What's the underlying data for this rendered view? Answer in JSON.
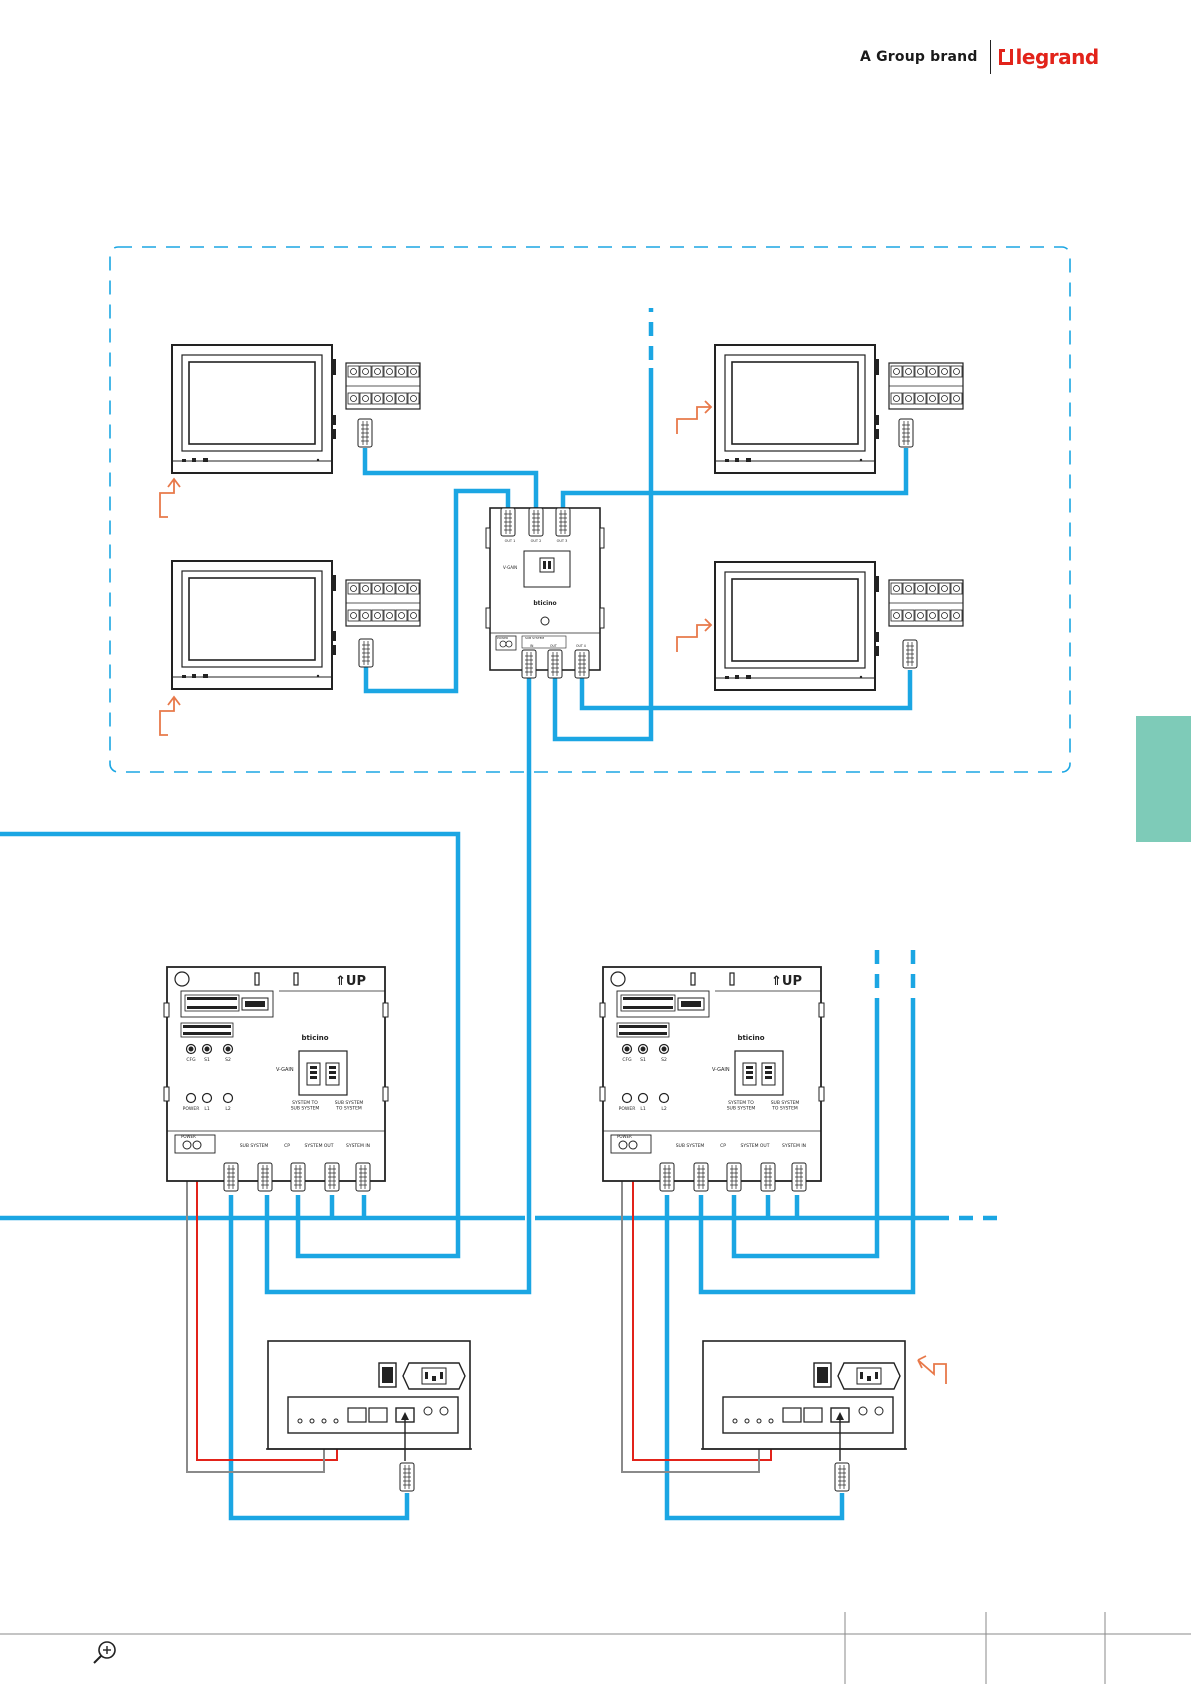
{
  "header": {
    "group_brand": "A Group brand",
    "logo_text": "legrand"
  },
  "colors": {
    "bus_cable": "#1ba6e3",
    "power_wire": "#e2231a",
    "ground_wire": "#8a8a8a",
    "arrow": "#e8794a",
    "side_tab": "#7ecbb8",
    "brand_red": "#e2231a"
  },
  "distributor": {
    "brand": "bticino",
    "vgain_label": "V-GAIN",
    "out_labels": [
      "OUT 1",
      "OUT 2",
      "OUT 3"
    ],
    "power_label": "POWER",
    "sub_system_label": "SUB SYSTEM",
    "in_label": "IN",
    "out_label": "OUT",
    "out4_label": "OUT 4"
  },
  "interfaces": [
    {
      "brand": "bticino",
      "up_label": "UP",
      "cfg_labels": [
        "CFG",
        "S1",
        "S2"
      ],
      "led_labels": [
        "POWER",
        "L1",
        "L2"
      ],
      "vgain_label": "V-GAIN",
      "switch_labels": [
        "SYSTEM TO\nSUB SYSTEM",
        "SUB SYSTEM\nTO SYSTEM"
      ],
      "power_label": "POWER",
      "port_labels": [
        "SUB SYSTEM",
        "CP",
        "SYSTEM OUT",
        "SYSTEM IN"
      ]
    },
    {
      "brand": "bticino",
      "up_label": "UP",
      "cfg_labels": [
        "CFG",
        "S1",
        "S2"
      ],
      "led_labels": [
        "POWER",
        "L1",
        "L2"
      ],
      "vgain_label": "V-GAIN",
      "switch_labels": [
        "SYSTEM TO\nSUB SYSTEM",
        "SUB SYSTEM\nTO SYSTEM"
      ],
      "power_label": "POWER",
      "port_labels": [
        "SUB SYSTEM",
        "CP",
        "SYSTEM OUT",
        "SYSTEM IN"
      ]
    }
  ]
}
